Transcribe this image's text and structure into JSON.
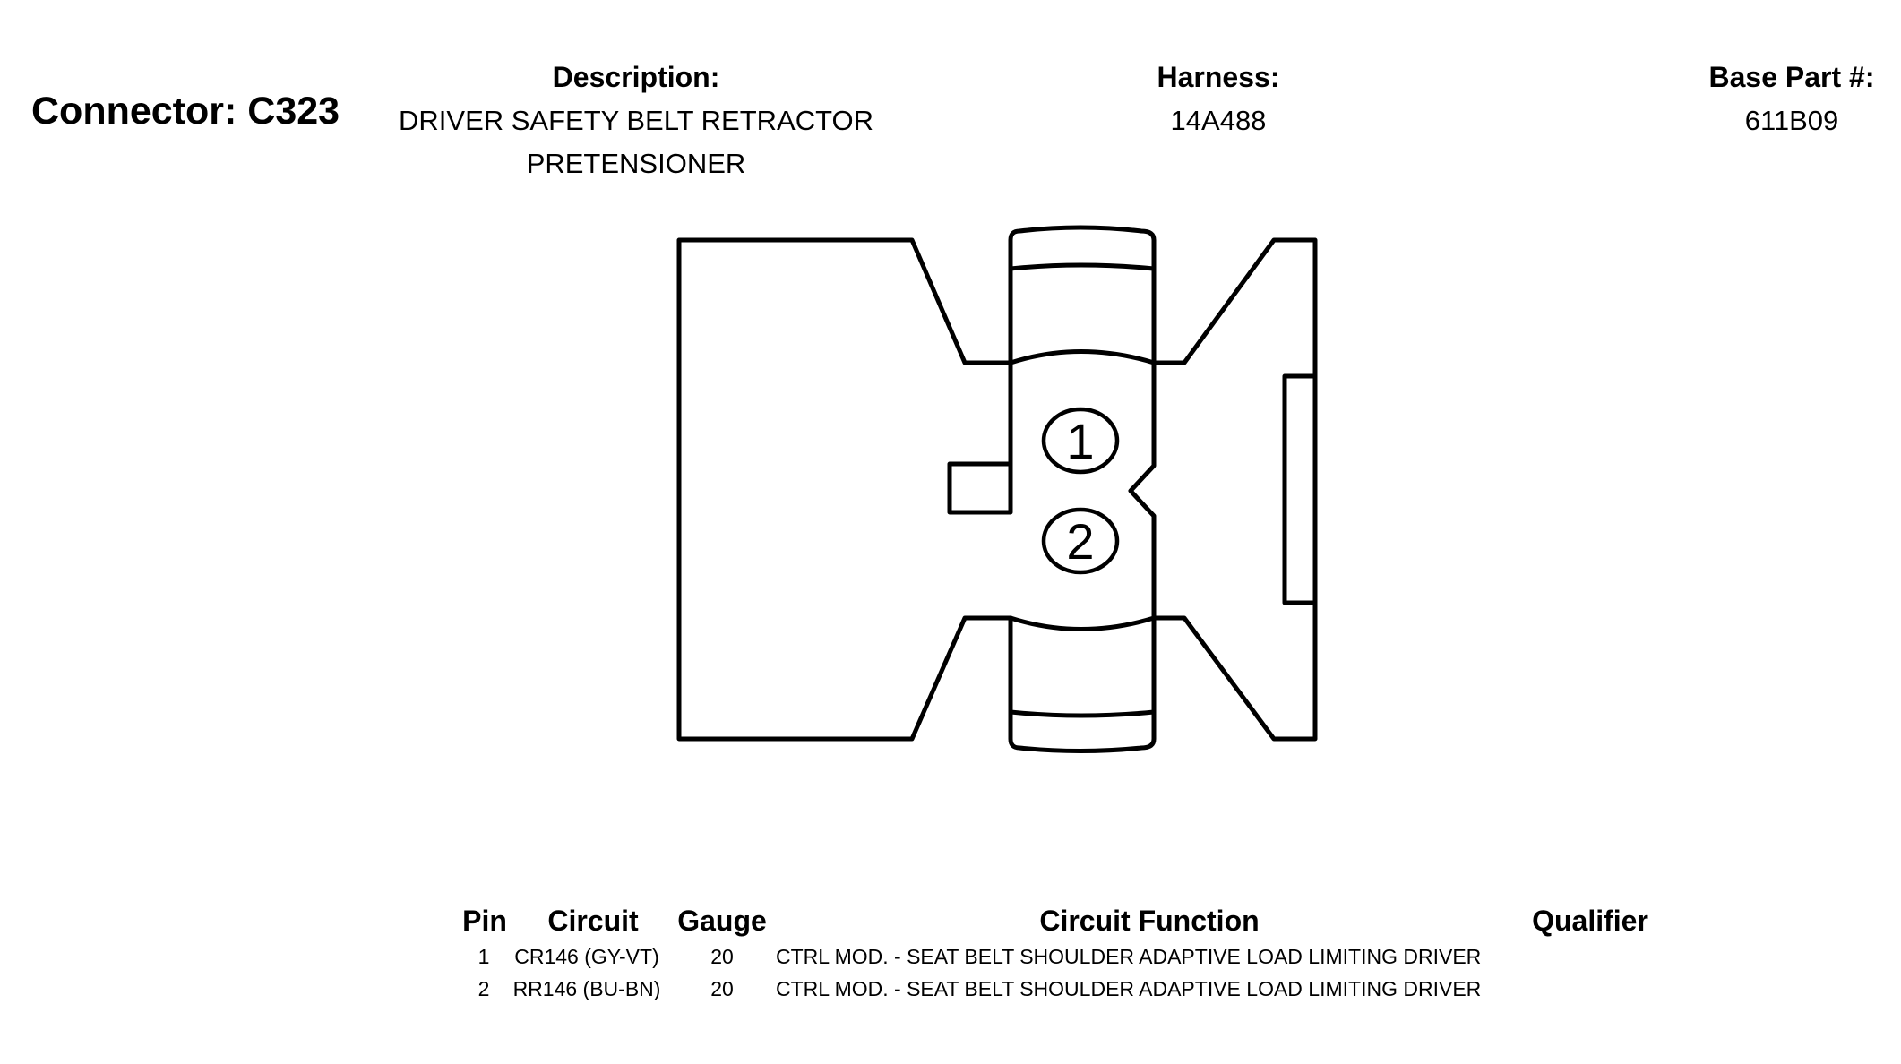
{
  "connector": {
    "title": "Connector: C323"
  },
  "description": {
    "label": "Description:",
    "line1": "DRIVER SAFETY BELT RETRACTOR",
    "line2": "PRETENSIONER"
  },
  "harness": {
    "label": "Harness:",
    "value": "14A488"
  },
  "base_part": {
    "label": "Base Part #:",
    "value": "611B09"
  },
  "pins": [
    "1",
    "2"
  ],
  "table": {
    "headers": {
      "pin": "Pin",
      "circuit": "Circuit",
      "gauge": "Gauge",
      "function": "Circuit Function",
      "qualifier": "Qualifier"
    },
    "rows": [
      {
        "pin": "1",
        "circuit": "CR146 (GY-VT)",
        "gauge": "20",
        "function": "CTRL MOD. - SEAT BELT SHOULDER ADAPTIVE LOAD LIMITING DRIVER",
        "qualifier": ""
      },
      {
        "pin": "2",
        "circuit": "RR146 (BU-BN)",
        "gauge": "20",
        "function": "CTRL MOD. - SEAT BELT SHOULDER ADAPTIVE LOAD LIMITING DRIVER",
        "qualifier": ""
      }
    ]
  }
}
